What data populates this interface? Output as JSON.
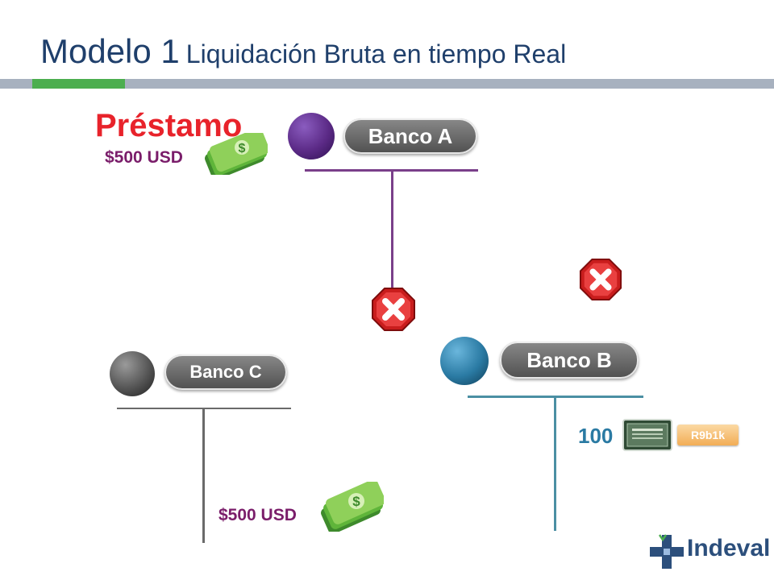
{
  "title": {
    "main": "Modelo 1",
    "sub": "Liquidación Bruta en tiempo Real"
  },
  "loan": {
    "label": "Préstamo",
    "amount_top": "$500 USD"
  },
  "banks": {
    "a": {
      "label": "Banco A",
      "color": "#5b2a86",
      "line_color": "#7a3f8a"
    },
    "b": {
      "label": "Banco B",
      "color": "#2a7aa3",
      "line_color": "#4b8fa3"
    },
    "c": {
      "label": "Banco C",
      "color": "#555555",
      "line_color": "#6a6a6a"
    }
  },
  "bank_c_amount": "$500 USD",
  "securities": {
    "quantity": "100",
    "code": "R9b1k"
  },
  "logo": {
    "text": "Indeval"
  },
  "icons": [
    "cash-icon",
    "stop-x-icon",
    "certificate-icon",
    "indeval-logo-icon"
  ],
  "colors": {
    "accent_red": "#e8232b",
    "title_blue": "#1f3f6b",
    "band_gray": "#a7b1bf",
    "band_green": "#4cae4f"
  }
}
